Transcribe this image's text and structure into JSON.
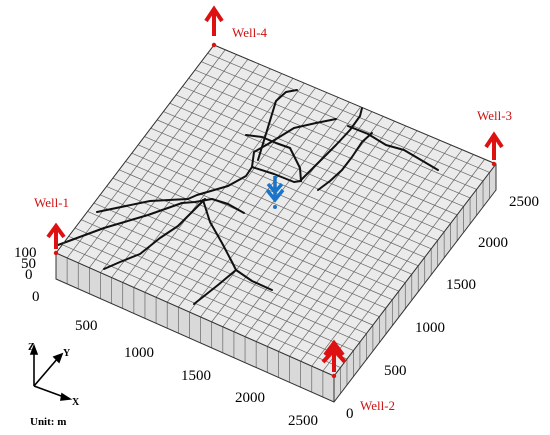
{
  "model": {
    "grid_cells": 25,
    "z_ticks": [
      "100",
      "50",
      "0"
    ],
    "x_ticks": [
      "0",
      "500",
      "1000",
      "1500",
      "2000",
      "2500"
    ],
    "y_ticks": [
      "0",
      "500",
      "1000",
      "1500",
      "2000",
      "2500"
    ],
    "unit_label": "Unit: m",
    "axis_indicator": {
      "z": "Z",
      "y": "Y",
      "x": "X"
    }
  },
  "wells": [
    {
      "id": "well-1",
      "label": "Well-1",
      "role": "production",
      "color": "#dd1111"
    },
    {
      "id": "well-2",
      "label": "Well-2",
      "role": "production",
      "color": "#dd1111"
    },
    {
      "id": "well-3",
      "label": "Well-3",
      "role": "production",
      "color": "#dd1111"
    },
    {
      "id": "well-4",
      "label": "Well-4",
      "role": "production",
      "color": "#dd1111"
    },
    {
      "id": "injector",
      "label": "",
      "role": "injection",
      "color": "#1a74c9"
    }
  ],
  "colors": {
    "top_face": "#ebebeb",
    "side_face": "#d9d9d9",
    "grid_line": "#666666",
    "fracture": "#111111"
  }
}
